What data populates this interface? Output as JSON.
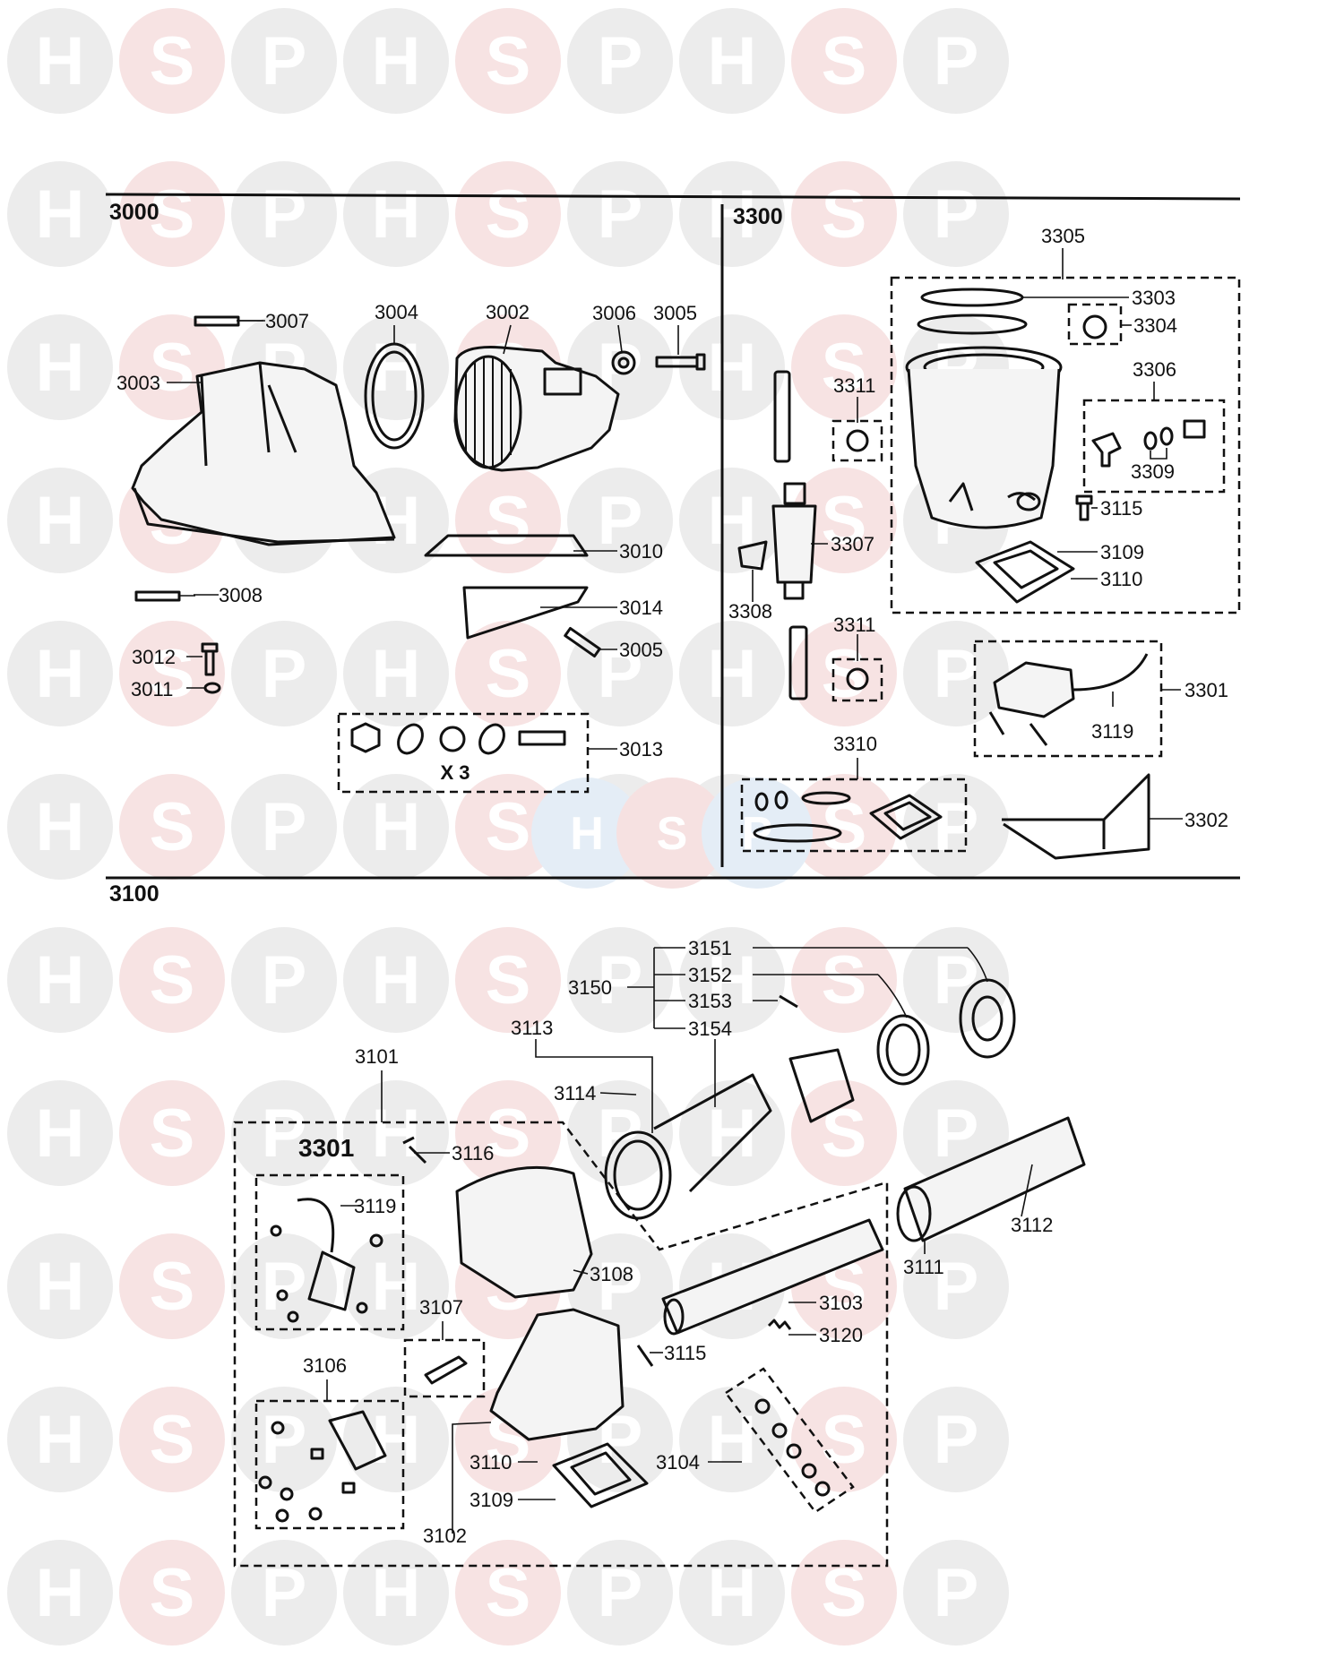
{
  "watermark": {
    "letters": [
      "H",
      "S",
      "P"
    ],
    "colors": {
      "grey": "#ececec",
      "pink": "#f7e3e3",
      "center_blue": "#e4edf6",
      "center_pink": "#f6e1e1",
      "letter": "#ffffff"
    }
  },
  "sections": [
    {
      "id": "3000",
      "title": "3000"
    },
    {
      "id": "3300",
      "title": "3300"
    },
    {
      "id": "3100",
      "title": "3100"
    }
  ],
  "kit_annotations": {
    "x3": "X 3",
    "handwritten": "3301"
  },
  "labels": [
    "3007",
    "3004",
    "3002",
    "3006",
    "3005",
    "3003",
    "3010",
    "3008",
    "3014",
    "3005",
    "3012",
    "3011",
    "3013",
    "3305",
    "3303",
    "3304",
    "3306",
    "3311",
    "3309",
    "3115",
    "3307",
    "3109",
    "3110",
    "3308",
    "3311",
    "3301",
    "3119",
    "3310",
    "3302",
    "3151",
    "3152",
    "3150",
    "3153",
    "3154",
    "3113",
    "3101",
    "3114",
    "3116",
    "3119",
    "3112",
    "3111",
    "3108",
    "3107",
    "3103",
    "3120",
    "3106",
    "3115",
    "3110",
    "3104",
    "3109",
    "3102"
  ]
}
